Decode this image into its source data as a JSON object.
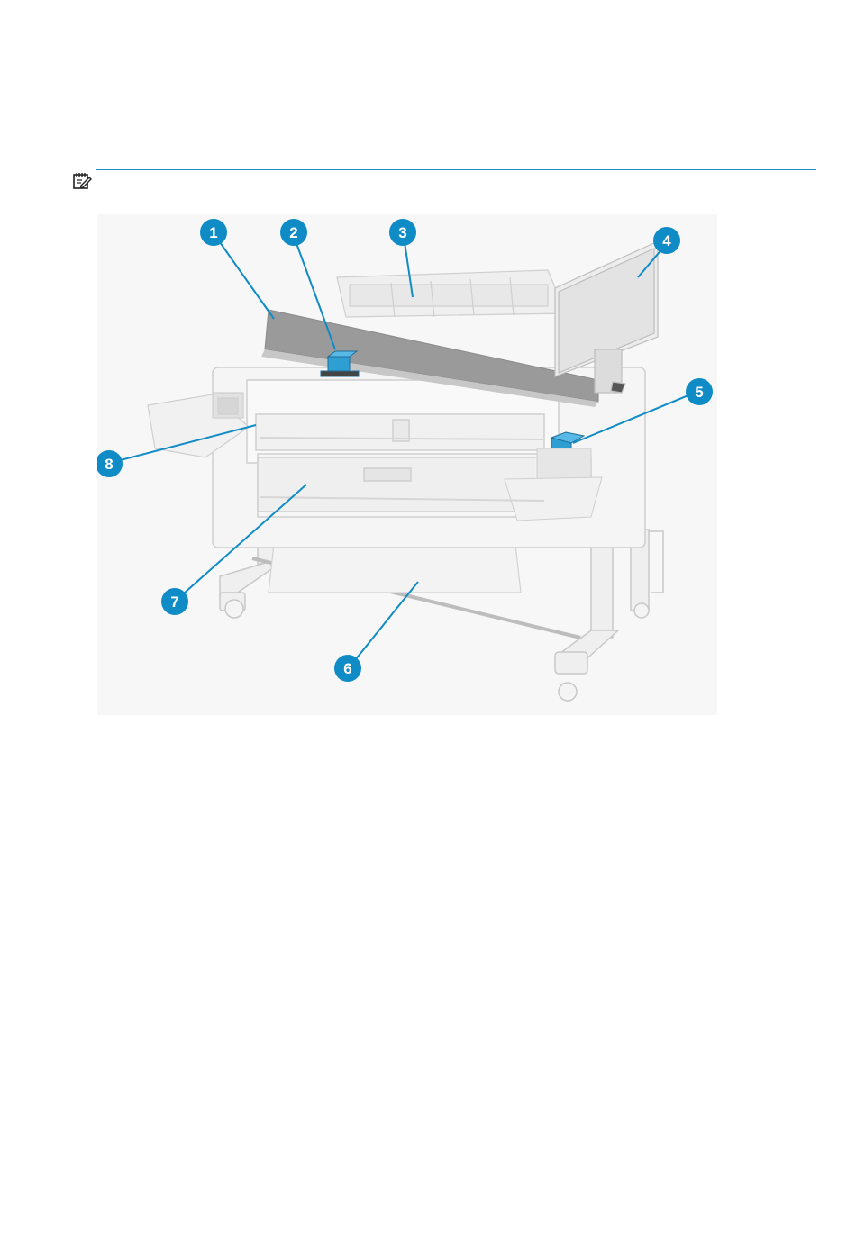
{
  "note": {
    "icon": "note-icon",
    "rule_color": "#1b8fc7"
  },
  "figure": {
    "callout_color": "#0f8bc6",
    "accent_color": "#2f9fd3",
    "callouts": [
      {
        "label": "1"
      },
      {
        "label": "2"
      },
      {
        "label": "3"
      },
      {
        "label": "4"
      },
      {
        "label": "5"
      },
      {
        "label": "6"
      },
      {
        "label": "7"
      },
      {
        "label": "8"
      }
    ]
  }
}
